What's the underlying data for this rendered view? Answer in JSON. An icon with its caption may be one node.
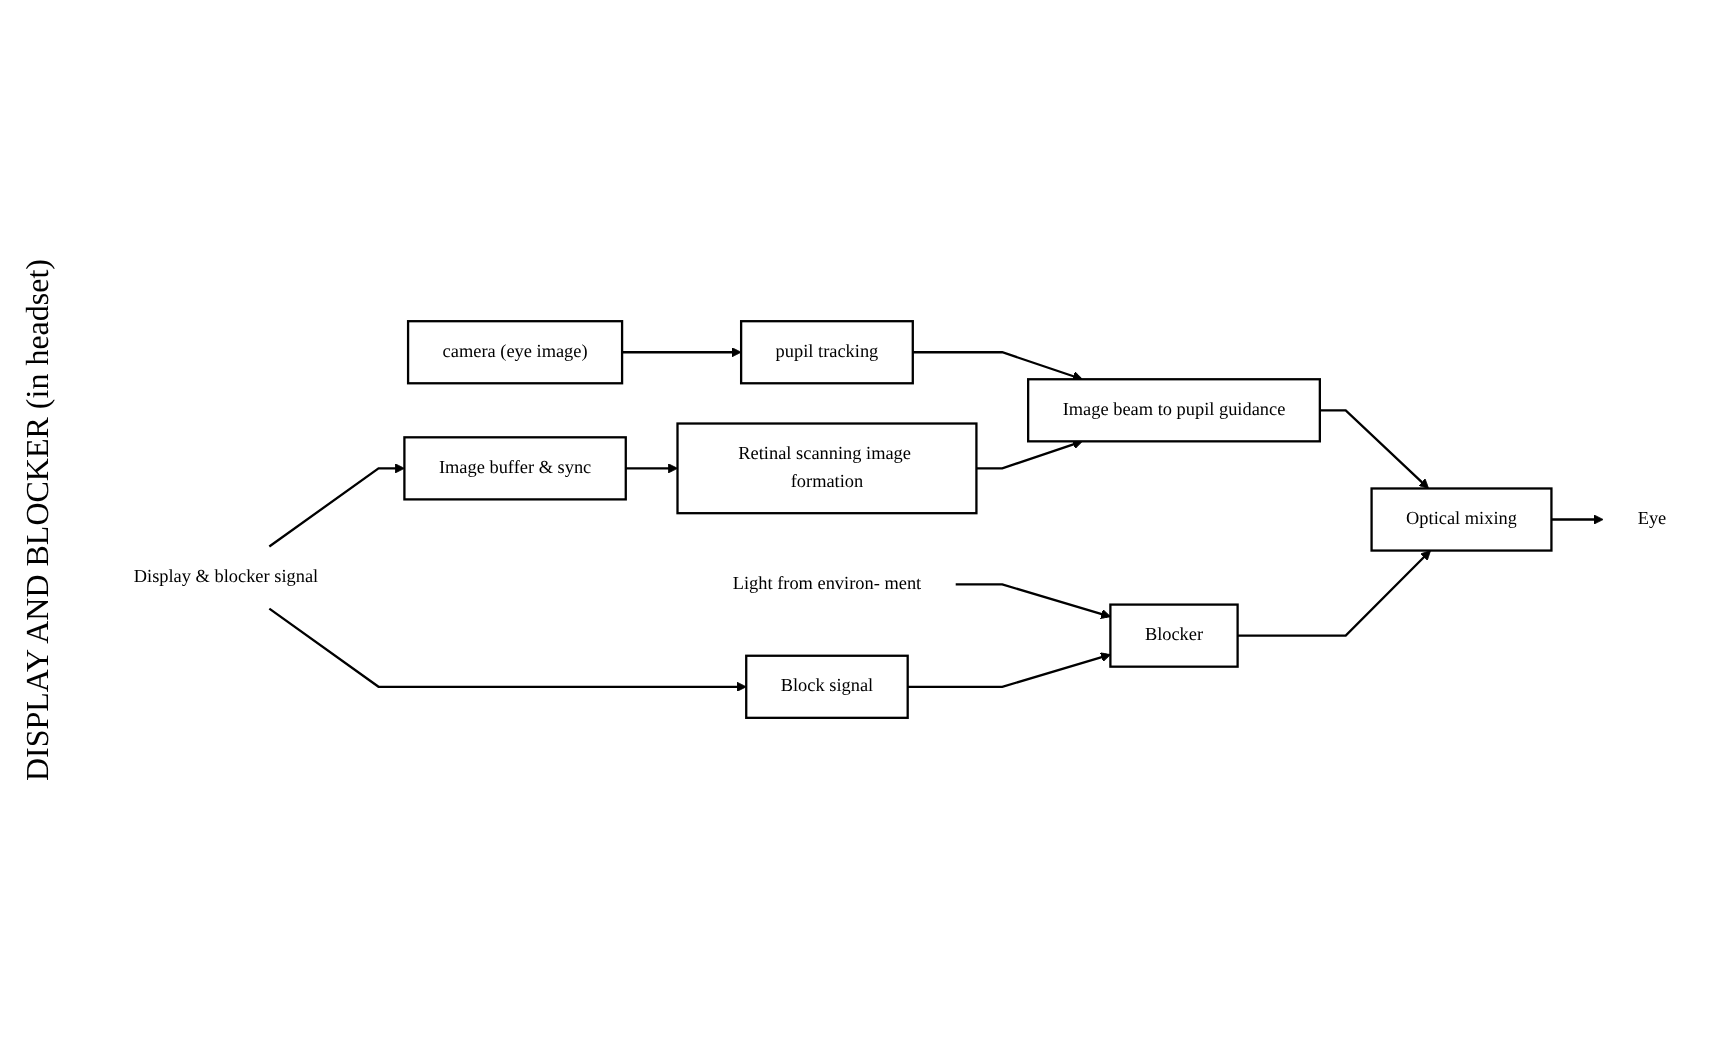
{
  "diagram": {
    "nodes": [
      {
        "text": [
          "camera (eye image)"
        ]
      },
      {
        "text": [
          "pupil tracking"
        ]
      },
      {
        "text": [
          "Image buffer & sync"
        ]
      },
      {
        "text": [
          "Retinal scanning image formation"
        ]
      },
      {
        "text": [
          "Image beam to pupil guidance"
        ]
      },
      {
        "text": [
          "Light from environ- ment"
        ]
      },
      {
        "text": [
          "Blocker"
        ]
      },
      {
        "text": [
          "Optical mixing"
        ]
      },
      {
        "text": [
          "Eye"
        ]
      },
      {
        "text": [
          "Display & blocker signal"
        ]
      },
      {
        "text": [
          "Block signal"
        ]
      }
    ],
    "edges": [
      {
        "from": 0,
        "to": 1,
        "arrow": "to"
      },
      {
        "from": 1,
        "to": 4,
        "arrow": "to"
      },
      {
        "from": 2,
        "to": 3,
        "arrow": "to"
      },
      {
        "from": 3,
        "to": 4,
        "arrow": "to"
      },
      {
        "from": 4,
        "to": 7,
        "arrow": "to"
      },
      {
        "from": 5,
        "to": 6,
        "arrow": "to"
      },
      {
        "from": 6,
        "to": 7,
        "arrow": "to"
      },
      {
        "from": 7,
        "to": 8,
        "arrow": "to"
      },
      {
        "from": 9,
        "to": 2,
        "arrow": "to"
      },
      {
        "from": 9,
        "to": 10,
        "arrow": "to"
      },
      {
        "from": 10,
        "to": 6,
        "arrow": "to"
      }
    ],
    "labels": [
      "DISPLAY AND BLOCKER (in headset)"
    ]
  }
}
